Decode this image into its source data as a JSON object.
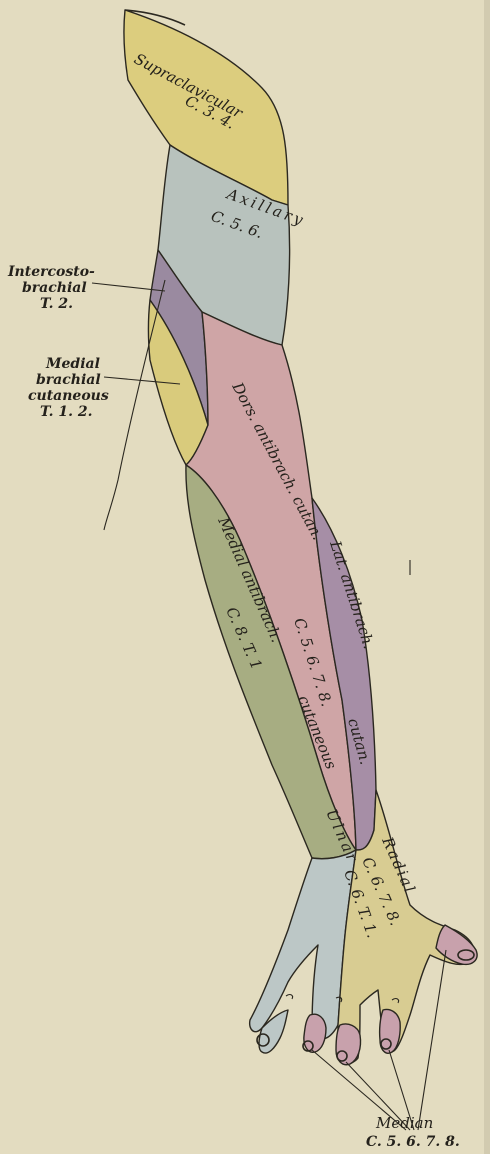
{
  "labels": {
    "supraclavicular": {
      "name": "Supraclavicular",
      "roots": "C. 3. 4."
    },
    "axillary": {
      "name": "Axillary",
      "roots": "C. 5. 6."
    },
    "intercostobrachial": {
      "name_1": "Intercosto-",
      "name_2": "brachial",
      "roots": "T. 2."
    },
    "medial_brachial_cutaneous": {
      "name_1": "Medial",
      "name_2": "brachial",
      "name_3": "cutaneous",
      "roots": "T. 1. 2."
    },
    "dors_antibrach_cutan": {
      "name": "Dors. antibrach. cutan.",
      "roots": "C. 5. 6. 7. 8."
    },
    "lat_antibrach_cutan": {
      "name_1": "Lat. antibrach.",
      "name_2": "cutan."
    },
    "medial_antibrach_cutaneous": {
      "name_1": "Medial antibrach.",
      "roots": "C. 8. T. 1",
      "name_2": "cutaneous"
    },
    "ulnar": {
      "name": "Ulnar",
      "roots": "C. 6. T. 1."
    },
    "radial": {
      "name": "Radial",
      "roots": "C. 6. 7. 8."
    },
    "median": {
      "name": "Median",
      "roots": "C. 5. 6. 7. 8."
    }
  },
  "colors": {
    "background": "#e3dcc0",
    "supraclavicular": "#dccd7e",
    "axillary": "#b8c2bd",
    "intercostobrachial": "#9a8aa0",
    "medial_brachial": "#d9cb7c",
    "dorsal_antibrachial": "#cfa5a6",
    "lateral_antibrachial": "#a68ea6",
    "medial_antibrachial": "#a7ad82",
    "ulnar": "#bcc7c6",
    "radial": "#d8cc92",
    "median": "#c8a1ac"
  }
}
